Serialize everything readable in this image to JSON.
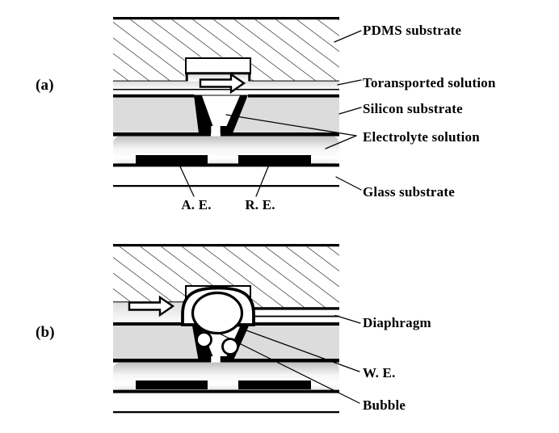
{
  "figure": {
    "panel_a": {
      "tag": "(a)",
      "labels": {
        "pdms": "PDMS substrate",
        "transported": "Toransported solution",
        "silicon": "Silicon substrate",
        "electrolyte": "Electrolyte solution",
        "glass": "Glass substrate",
        "anode_electrode": "A. E.",
        "reference_electrode": "R. E."
      }
    },
    "panel_b": {
      "tag": "(b)",
      "labels": {
        "diaphragm": "Diaphragm",
        "working_electrode": "W. E.",
        "bubble": "Bubble"
      }
    },
    "colors": {
      "ink": "#000000",
      "background": "#ffffff",
      "silicon_fill": "#dcdcdc",
      "chamber_fill_dark": "#c0c0c0",
      "chamber_fill_light": "#f5f5f5"
    },
    "icons": {
      "flow_arrow": "right-block-arrow"
    }
  }
}
